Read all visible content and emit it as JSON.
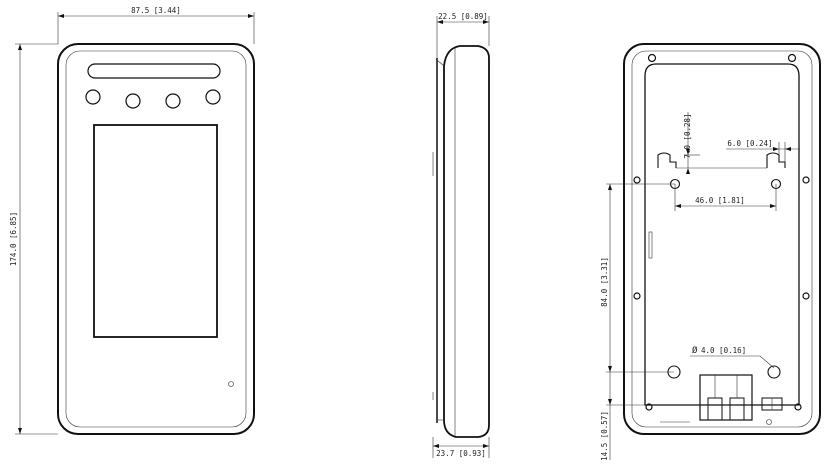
{
  "front_view": {
    "width_label": "87.5 [3.44]",
    "height_label": "174.0 [6.85]"
  },
  "side_view": {
    "top_depth_label": "22.5 [0.89]",
    "bottom_depth_label": "23.7 [0.93]"
  },
  "rear_view": {
    "hook_height_label": "7.0 [0.28]",
    "hook_width_label": "6.0 [0.24]",
    "hole_spacing_label": "46.0 [1.81]",
    "vertical_spacing_label": "84.0 [3.31]",
    "hole_diameter_label": "4.0 [0.16]",
    "bottom_offset_label": "14.5 [0.57]",
    "diameter_symbol": "Ø"
  }
}
